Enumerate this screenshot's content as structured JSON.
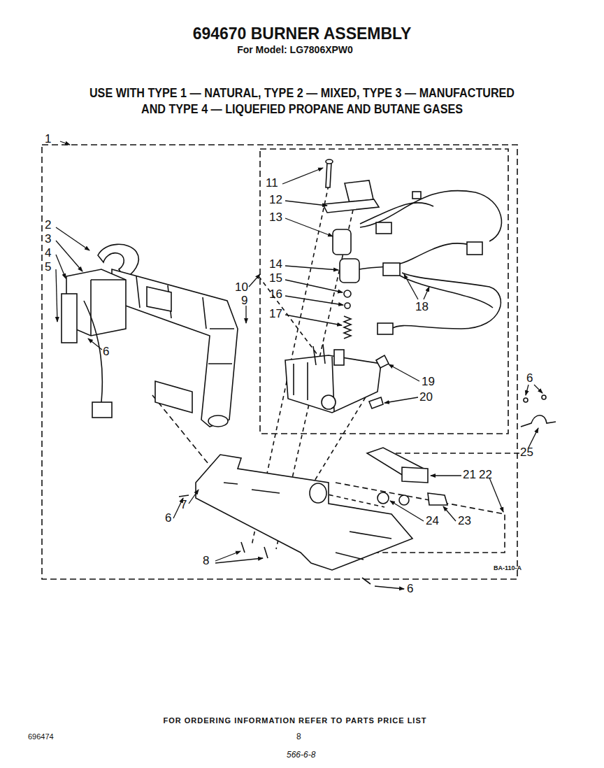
{
  "diagram": {
    "title": "694670 BURNER ASSEMBLY",
    "labels": [
      "For Model: LG7806XPW0",
      "USE WITH TYPE 1 — NATURAL, TYPE 2 — MIXED, TYPE 3 — MANUFACTURED AND TYPE 4 — LIQUEFIED PROPANE AND BUTANE GASES",
      "1",
      "11",
      "12",
      "13",
      "2",
      "3",
      "4",
      "5",
      "14",
      "15",
      "10",
      "16",
      "9",
      "17",
      "18",
      "6",
      "6",
      "19",
      "20",
      "25",
      "21",
      "22",
      "7",
      "6",
      "24",
      "23",
      "8",
      "BA-110-A",
      "6",
      "FOR ORDERING INFORMATION REFER TO PARTS PRICE LIST",
      "696474",
      "8",
      "566-6-8"
    ]
  }
}
